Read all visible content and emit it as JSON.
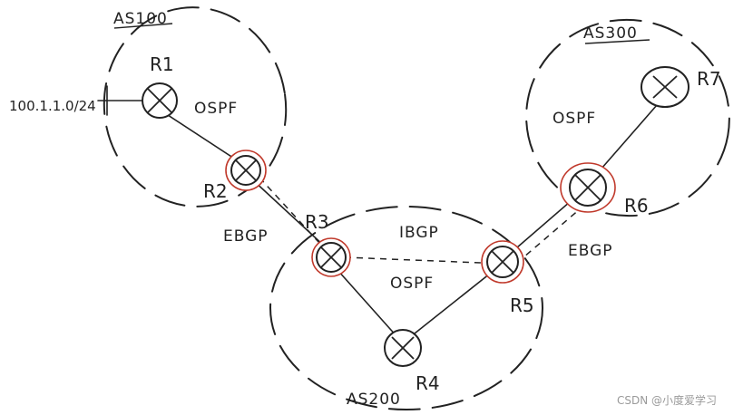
{
  "labels": {
    "as100": "AS100",
    "as200": "AS200",
    "as300": "AS300",
    "r1": "R1",
    "r2": "R2",
    "r3": "R3",
    "r4": "R4",
    "r5": "R5",
    "r6": "R6",
    "r7": "R7",
    "ospf_as100": "OSPF",
    "ospf_as200": "OSPF",
    "ospf_as300": "OSPF",
    "ebgp_left": "EBGP",
    "ebgp_right": "EBGP",
    "ibgp": "IBGP",
    "network": "100.1.1.0/24",
    "watermark": "CSDN @小度爱学习"
  },
  "colors": {
    "ink": "#222222",
    "border_router": "#c0392b"
  }
}
